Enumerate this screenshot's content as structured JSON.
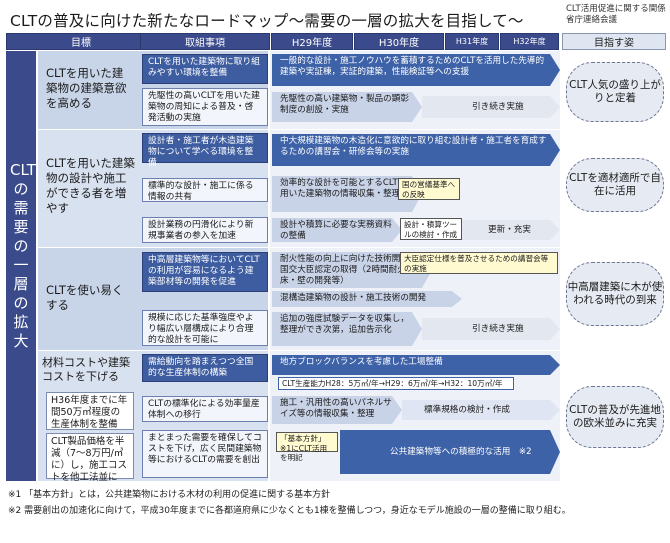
{
  "title": "CLTの普及に向けた新たなロードマップ～需要の一層の拡大を目指して～",
  "organization": "CLT活用促進に関する関係省庁連絡会議",
  "headers": {
    "goal": "目標",
    "actions": "取組事項",
    "h29": "H29年度",
    "h30": "H30年度",
    "h31": "H31年度",
    "h32": "H32年度",
    "vision": "目指す姿"
  },
  "main_label": "CLTの需要の一層の拡大",
  "goals": [
    "CLTを用いた建築物の建築意欲を高める",
    "CLTを用いた建築物の設計や施工ができる者を増やす",
    "CLTを使い易くする",
    "材料コストや建築コストを下げる"
  ],
  "goal4_boxes": [
    "H36年度までに年間50万㎥程度の生産体制を整備",
    "CLT製品価格を半減（7～8万円/㎥に）し，施工コストを他工法並に"
  ],
  "actions": [
    "CLTを用いた建築物に取り組みやすい環境を整備",
    "先駆性の高いCLTを用いた建築物の周知による普及・啓発活動の実施",
    "設計者・施工者が木造建築物について学べる環境を整備",
    "標準的な設計・施工に係る情報の共有",
    "設計業務の円滑化により新規事業者の参入を加速",
    "中高層建築物等においてCLTの利用が容易になるよう建築部材等の開発を促進",
    "規模に応じた基準強度やより幅広い層構成により合理的な設計を可能に",
    "需給動向を踏まえつつ全国的な生産体制の構築",
    "CLTの標準化による効率量産体制への移行",
    "まとまった需要を確保してコストを下げ，広く民間建築物等におけるCLTの需要を創出"
  ],
  "arrows": [
    "一般的な設計・施工ノウハウを蓄積するためのCLTを活用した先導的建築や実証棟，実証的建築，性能検証等への支援",
    "先駆性の高い建築物・製品の顕彰制度の創設・実施",
    "引き続き実施",
    "中大規模建築物の木造化に意欲的に取り組む設計者・施工者を育成するための講習会・研修会等の実施",
    "効率的な設計を可能とするCLTを用いた建築物の情報収集・整理",
    "設計や積算に必要な実務資料の整備",
    "更新・充実",
    "耐火性能の向上に向けた技術開発・国交大臣認定の取得（2時間耐火構造床・壁の開発等）",
    "混構造建築物の設計・施工技術の開発",
    "追加の強度試験データを収集し，整理ができ次第，追加告示化",
    "引き続き実施",
    "地方ブロックバランスを考慮した工場整備",
    "CLT生産能力H28：5万㎥/年→H29：6万㎥/年→H32：10万㎥/年",
    "施工・汎用性の高いパネルサイズ等の情報収集・整理",
    "標準規格の検討・作成",
    "公共建築物等への積極的な活用　※2"
  ],
  "notes": [
    "国の営繕基準への反映",
    "設計・積算ツールの検討・作成",
    "大臣認定仕様を普及させるための講習会等の実施",
    "「基本方針」※1にCLT活用を明記"
  ],
  "visions": [
    "CLT人気の盛り上がりと定着",
    "CLTを適材適所で自在に活用",
    "中高層建築に木が使われる時代の到来",
    "CLTの普及が先進地の欧米並みに充実"
  ],
  "footnotes": [
    "※1 「基本方針」とは，公共建築物における木材の利用の促進に関する基本方針",
    "※2 需要創出の加速化に向けて，平成30年度までに各都道府県に少なくとも1棟を整備しつつ，身近なモデル施設の一層の整備に取り組む。"
  ],
  "colors": {
    "navy": "#3a4a8a",
    "arrow_blue": "#3d62a8",
    "light_band": "#c8d5e9"
  }
}
